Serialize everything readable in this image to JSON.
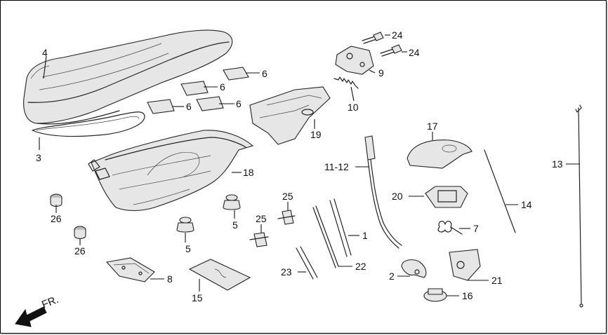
{
  "labels": {
    "l1": "1",
    "l3": "3",
    "l4": "4",
    "l5a": "5",
    "l5b": "5",
    "l6a": "6",
    "l6b": "6",
    "l6c": "6",
    "l6d": "6",
    "l7": "7",
    "l8": "8",
    "l9": "9",
    "l10": "10",
    "l11_12": "11-12",
    "l13": "13",
    "l14": "14",
    "l15": "15",
    "l16": "16",
    "l17": "17",
    "l18": "18",
    "l19": "19",
    "l20": "20",
    "l21": "21",
    "l22": "22",
    "l23": "23",
    "l24a": "24",
    "l24b": "24",
    "l25a": "25",
    "l25b": "25",
    "l26a": "26",
    "l26b": "26",
    "l2": "2"
  },
  "direction": {
    "text": "FR."
  },
  "colors": {
    "line": "#222222",
    "fill": "#e6e6e6",
    "frame": "#000000"
  }
}
